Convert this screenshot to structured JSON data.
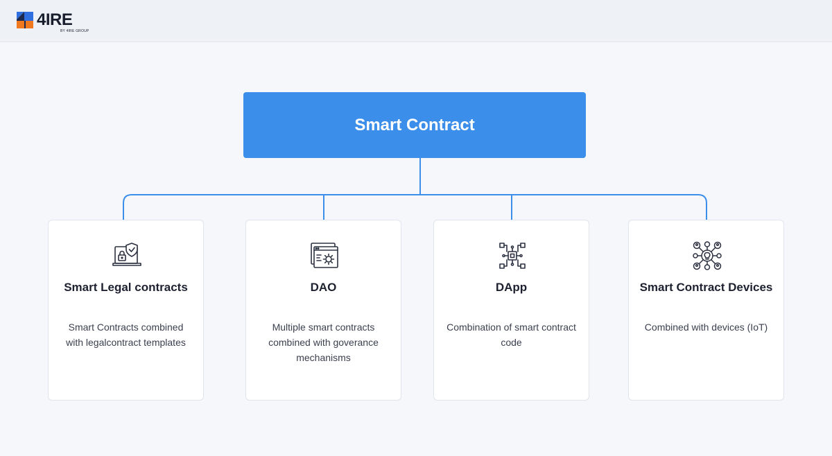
{
  "logo": {
    "name": "4IRE",
    "tagline": "BY 4IRE GROUP",
    "colors": {
      "blue": "#2f6fe0",
      "orange": "#f0781e",
      "navy": "#1d2a50"
    }
  },
  "root": {
    "title": "Smart Contract",
    "color": "#3b8eea"
  },
  "connector_color": "#3b8eea",
  "cards": [
    {
      "title": "Smart Legal contracts",
      "description": "Smart Contracts combined with legalcontract templates",
      "icon": "laptop-shield-lock-icon"
    },
    {
      "title": "DAO",
      "description": "Multiple smart contracts combined with goverance mechanisms",
      "icon": "window-gear-icon"
    },
    {
      "title": "DApp",
      "description": "Combination of smart contract code",
      "icon": "chip-circuit-icon"
    },
    {
      "title": "Smart Contract Devices",
      "description": "Combined with devices (IoT)",
      "icon": "network-users-bulb-icon"
    }
  ]
}
